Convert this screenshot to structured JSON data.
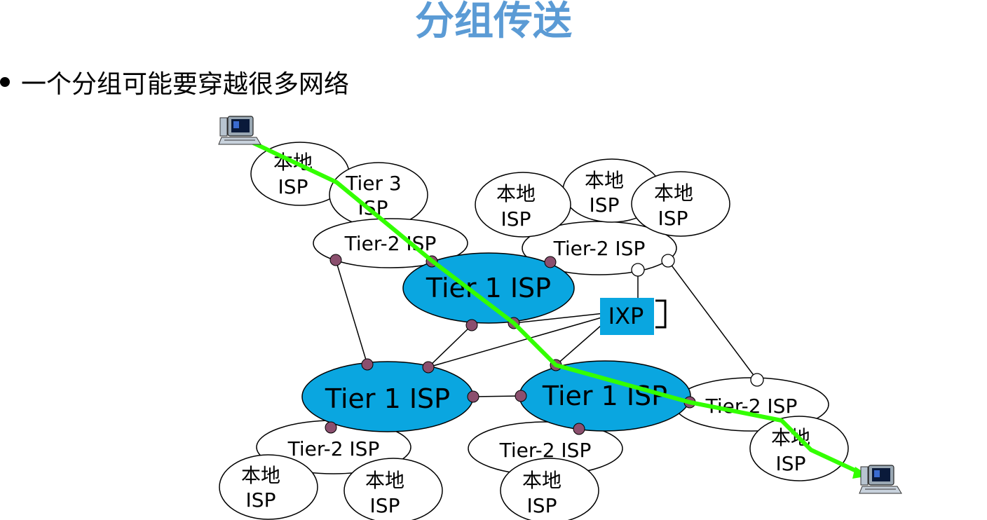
{
  "title": "分组传送",
  "bullet": "一个分组可能要穿越很多网络",
  "colors": {
    "title": "#5b9bd5",
    "tier1_fill": "#0aa6e0",
    "ixp_fill": "#0aa6e0",
    "router": "#8b4f6e",
    "path": "#33ff00"
  },
  "icons": [
    "host-computer-icon",
    "host-computer-icon"
  ],
  "labels": {
    "local1_a": "本地",
    "local1_b": "ISP",
    "tier3_a": "Tier 3",
    "tier3_b": "ISP",
    "local2_a": "本地",
    "local2_b": "ISP",
    "local3_a": "本地",
    "local3_b": "ISP",
    "local4_a": "本地",
    "local4_b": "ISP",
    "tier2_top_left": "Tier-2 ISP",
    "tier2_top_right": "Tier-2 ISP",
    "tier1_top": "Tier 1 ISP",
    "ixp": "IXP",
    "tier1_left": "Tier 1 ISP",
    "tier1_right": "Tier 1 ISP",
    "tier2_right": "Tier-2 ISP",
    "local_right_a": "本地",
    "local_right_b": "ISP",
    "tier2_bottom_left": "Tier-2 ISP",
    "tier2_bottom_mid": "Tier-2 ISP",
    "local_bl1_a": "本地",
    "local_bl1_b": "ISP",
    "local_bl2_a": "本地",
    "local_bl2_b": "ISP",
    "local_bm_a": "本地",
    "local_bm_b": "ISP"
  }
}
